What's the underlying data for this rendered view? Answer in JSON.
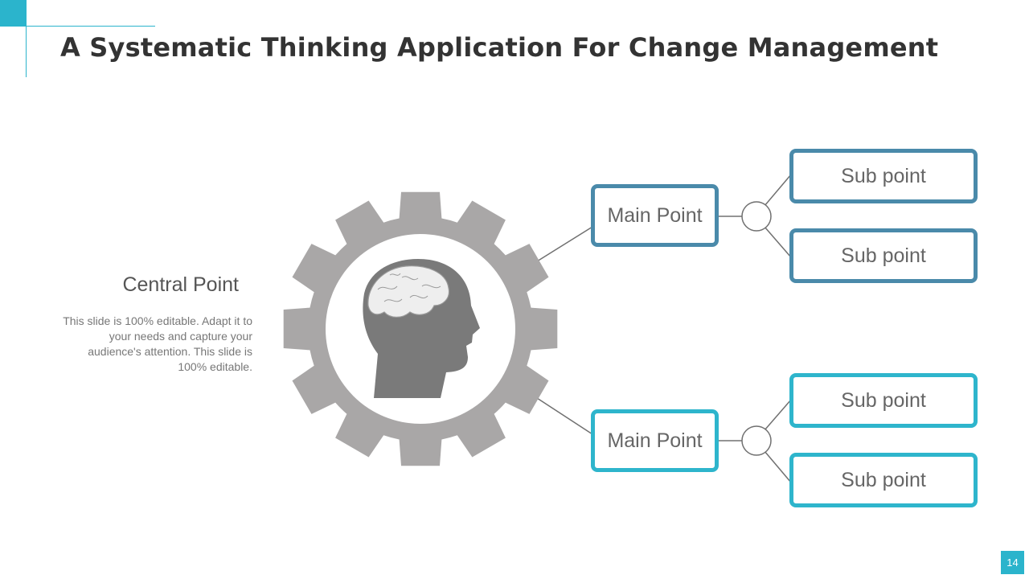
{
  "title": "A Systematic Thinking Application For Change Management",
  "central": {
    "title": "Central Point",
    "description": "This slide is 100% editable. Adapt it to your needs and capture your audience's attention. This slide is 100% editable."
  },
  "branches": [
    {
      "main": "Main Point",
      "subs": [
        "Sub point",
        "Sub point"
      ]
    },
    {
      "main": "Main Point",
      "subs": [
        "Sub point",
        "Sub point"
      ]
    }
  ],
  "page_number": "14",
  "colors": {
    "accent": "#2bb4cc",
    "branch_top": "#4a8aaa",
    "branch_bottom": "#2eb5cc",
    "gear": "#a9a7a7",
    "head": "#7a7a7a"
  },
  "icons": [
    "gear-icon",
    "head-brain-icon"
  ]
}
